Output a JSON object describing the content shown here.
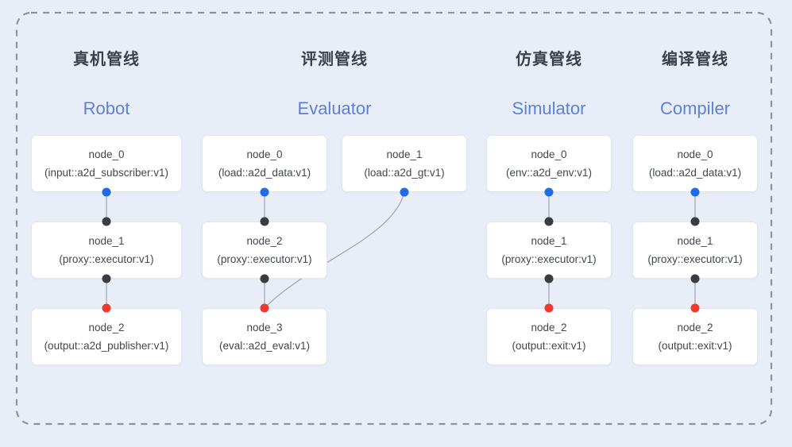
{
  "diagram": {
    "groups": [
      {
        "title": "真机管线",
        "subtitle": "Robot",
        "nodes": [
          {
            "label": "node_0",
            "type": "(input::a2d_subscriber:v1)"
          },
          {
            "label": "node_1",
            "type": "(proxy::executor:v1)"
          },
          {
            "label": "node_2",
            "type": "(output::a2d_publisher:v1)"
          }
        ]
      },
      {
        "title": "评测管线",
        "subtitle": "Evaluator",
        "nodes": [
          {
            "label": "node_0",
            "type": "(load::a2d_data:v1)"
          },
          {
            "label": "node_1",
            "type": "(load::a2d_gt:v1)"
          },
          {
            "label": "node_2",
            "type": "(proxy::executor:v1)"
          },
          {
            "label": "node_3",
            "type": "(eval::a2d_eval:v1)"
          }
        ]
      },
      {
        "title": "仿真管线",
        "subtitle": "Simulator",
        "nodes": [
          {
            "label": "node_0",
            "type": "(env::a2d_env:v1)"
          },
          {
            "label": "node_1",
            "type": "(proxy::executor:v1)"
          },
          {
            "label": "node_2",
            "type": "(output::exit:v1)"
          }
        ]
      },
      {
        "title": "编译管线",
        "subtitle": "Compiler",
        "nodes": [
          {
            "label": "node_0",
            "type": "(load::a2d_data:v1)"
          },
          {
            "label": "node_1",
            "type": "(proxy::executor:v1)"
          },
          {
            "label": "node_2",
            "type": "(output::exit:v1)"
          }
        ]
      }
    ]
  },
  "colors": {
    "background": "#e9edf8",
    "dashed_border": "#8d939f",
    "edge_line": "#9ba3b2",
    "group_title": "#3b404b",
    "group_subtitle": "#5d81d7",
    "node_text": "#42464e",
    "port_output_blue": "#1f6ae6",
    "port_junction_dark": "#3b3b40",
    "port_input_red": "#ee3b2d"
  }
}
